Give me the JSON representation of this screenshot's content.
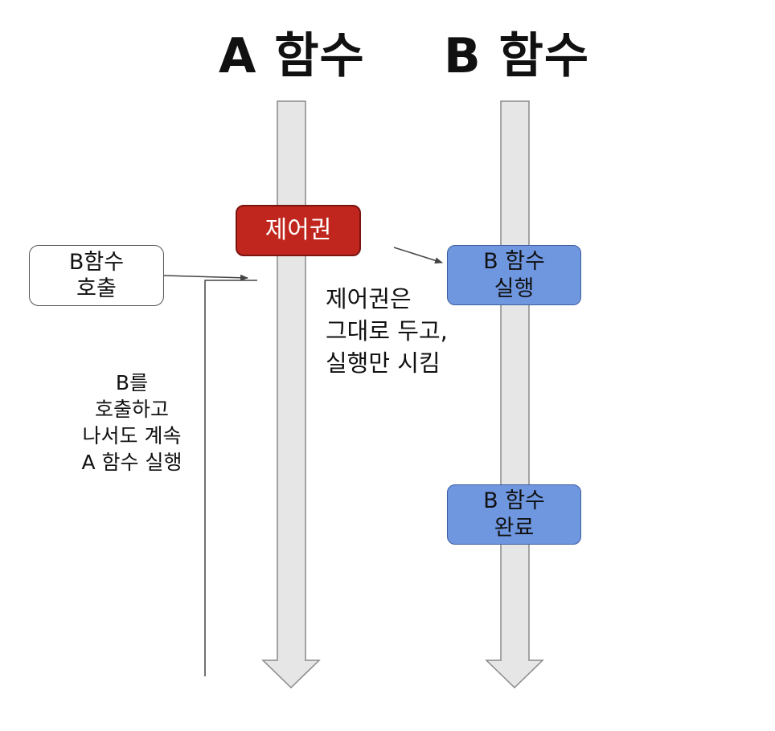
{
  "titles": {
    "a_function": "A 함수",
    "b_function": "B 함수"
  },
  "control_box": {
    "label": "제어권",
    "color": "#c0261d"
  },
  "call_box": {
    "lines": [
      "B함수",
      "호출"
    ]
  },
  "b_run_box": {
    "lines": [
      "B 함수",
      "실행"
    ],
    "color": "#6f97e0"
  },
  "b_done_box": {
    "lines": [
      "B 함수",
      "완료"
    ],
    "color": "#6f97e0"
  },
  "control_note": {
    "lines": [
      "제어권은",
      "그대로 두고,",
      "실행만 시킴"
    ]
  },
  "a_continue_note": {
    "lines": [
      "B를",
      "호출하고",
      "나서도 계속",
      "A 함수 실행"
    ]
  },
  "timeline_color": "#e6e6e6"
}
